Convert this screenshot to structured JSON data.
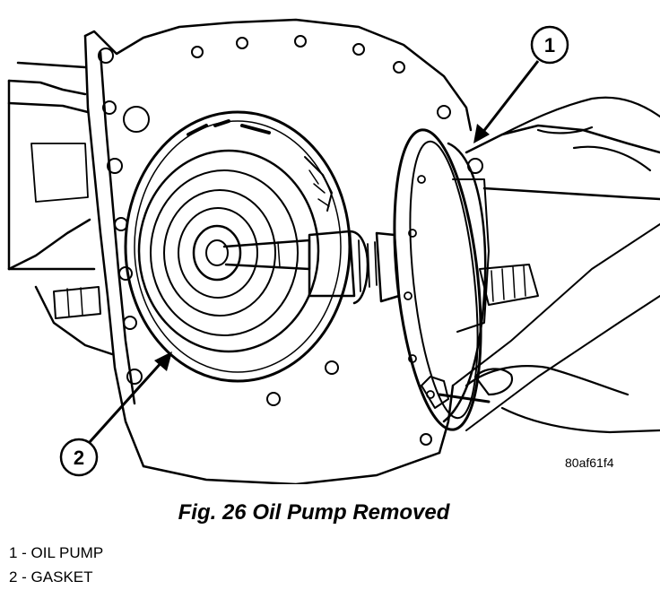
{
  "figure": {
    "callouts": [
      {
        "number": "1",
        "part": "oil-pump"
      },
      {
        "number": "2",
        "part": "gasket"
      }
    ],
    "reference_code": "80af61f4",
    "caption": "Fig. 26 Oil Pump Removed"
  },
  "legend": {
    "items": [
      {
        "text": "1 - OIL PUMP"
      },
      {
        "text": "2 - GASKET"
      }
    ]
  },
  "style": {
    "line_color": "#000000",
    "background": "#ffffff"
  }
}
